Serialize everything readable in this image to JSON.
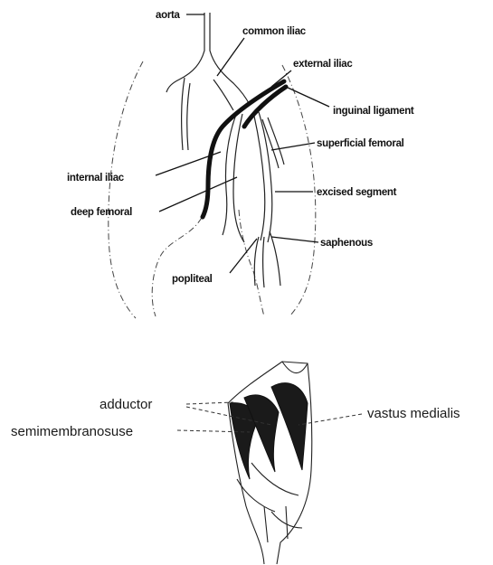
{
  "top_diagram": {
    "labels": {
      "aorta": "aorta",
      "common_iliac": "common iliac",
      "external_iliac": "external iliac",
      "inguinal_ligament": "inguinal ligament",
      "superficial_femoral": "superficial femoral",
      "internal_iliac": "internal iliac",
      "excised_segment": "excised segment",
      "deep_femoral": "deep femoral",
      "saphenous": "saphenous",
      "popliteal": "popliteal"
    }
  },
  "bottom_diagram": {
    "labels": {
      "adductor": "adductor",
      "semimembranosuse": "semimembranosuse",
      "vastus_medialis": "vastus medialis"
    }
  },
  "colors": {
    "ink": "#111111",
    "background": "#ffffff"
  }
}
